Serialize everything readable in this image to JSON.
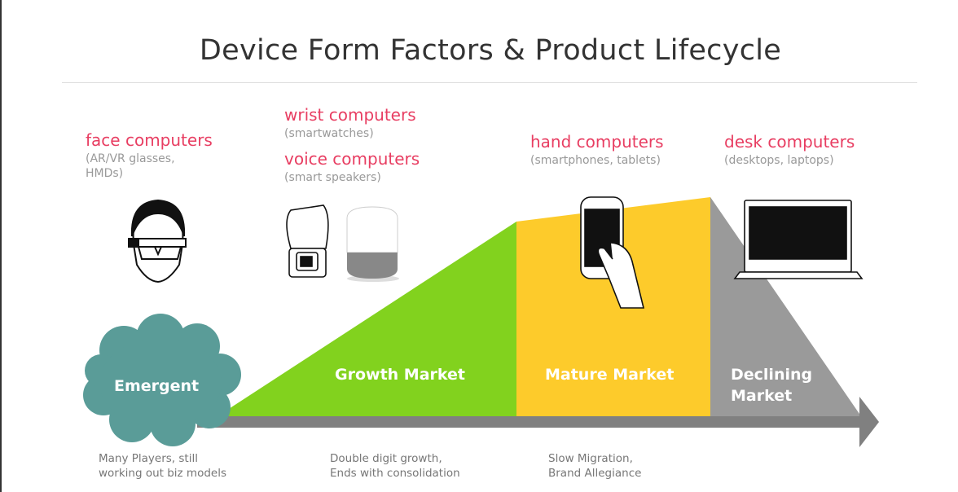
{
  "title": "Device Form Factors & Product Lifecycle",
  "categories": [
    {
      "name": "face computers",
      "examples": [
        "(AR/VR glasses,",
        "HMDs)"
      ]
    },
    {
      "name": "wrist computers",
      "examples": [
        "(smartwatches)"
      ]
    },
    {
      "name": "voice computers",
      "examples": [
        "(smart speakers)"
      ]
    },
    {
      "name": "hand computers",
      "examples": [
        "(smartphones, tablets)"
      ]
    },
    {
      "name": "desk computers",
      "examples": [
        "(desktops, laptops)"
      ]
    }
  ],
  "stages": [
    {
      "label": "Emergent",
      "note": [
        "Many Players, still",
        "working out biz models"
      ]
    },
    {
      "label": "Growth Market",
      "note": [
        "Double digit growth,",
        "Ends with consolidation"
      ]
    },
    {
      "label": "Mature Market",
      "note": [
        "Slow Migration,",
        "Brand Allegiance"
      ]
    },
    {
      "label": "Declining",
      "label2": "Market"
    }
  ],
  "colors": {
    "emergent": "#5a9c98",
    "growth": "#82d21e",
    "mature": "#fdcb2b",
    "declining": "#9a9a9a",
    "axis": "#808080",
    "accent": "#e83e62"
  }
}
